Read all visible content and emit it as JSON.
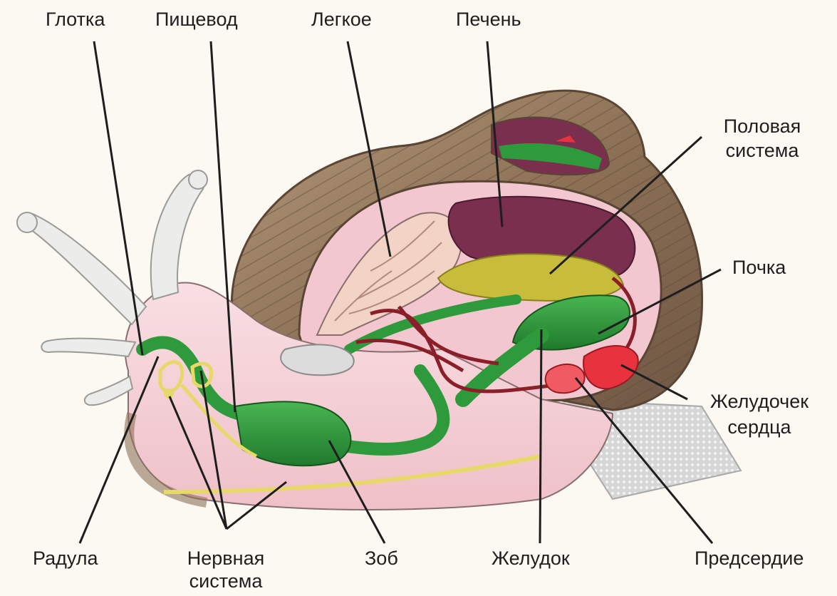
{
  "labels": {
    "glotka": "Глотка",
    "pishchevod": "Пищевод",
    "legkoe": "Легкое",
    "pechen": "Печень",
    "polovaya_1": "Половая",
    "polovaya_2": "система",
    "pochka": "Почка",
    "zheludochek_1": "Желудочек",
    "zheludochek_2": "сердца",
    "predserdie": "Предсердие",
    "zheludok": "Желудок",
    "zob": "Зоб",
    "nervnaya_1": "Нервная",
    "nervnaya_2": "система",
    "radula": "Радула"
  },
  "colors": {
    "background": "#fbf9f2",
    "shell": "#9a7e62",
    "body": "#f5cdd4",
    "digestive": "#2f9a3c",
    "liver": "#7a2f4e",
    "reproductive": "#c8bd3a",
    "heart": "#e8323e",
    "vessels": "#8a1f2a",
    "nerves": "#e7d86a",
    "leader_lines": "#1e1e1e"
  }
}
